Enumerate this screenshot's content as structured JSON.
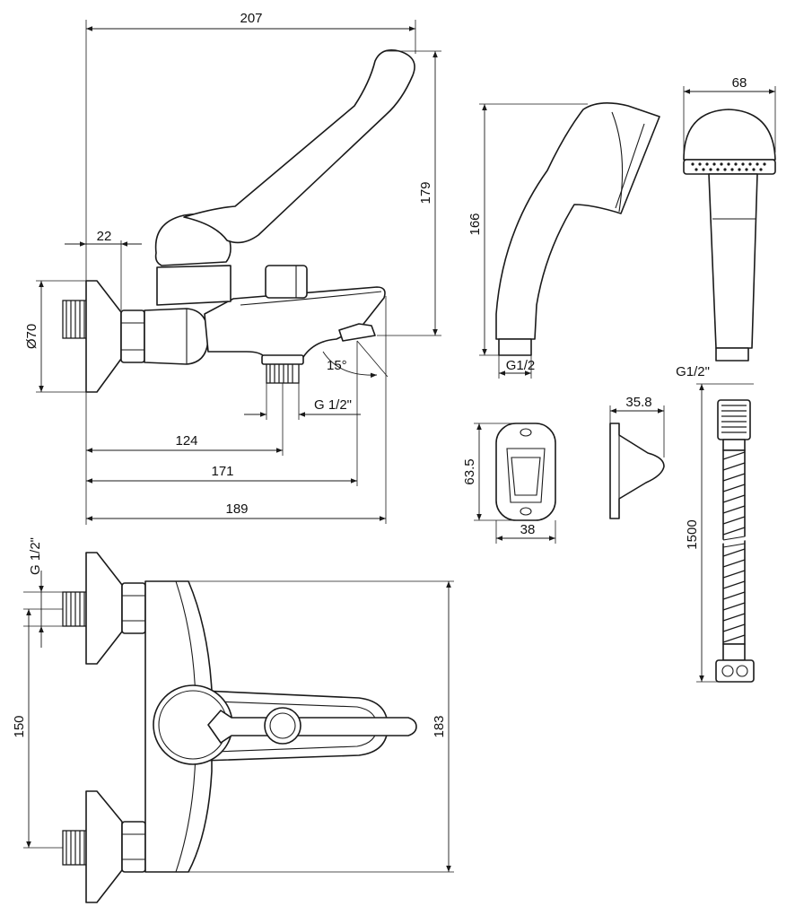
{
  "dimensions": {
    "overall_height": "207",
    "lever_height": "179",
    "wall_offset": "22",
    "flange_diameter": "Ø70",
    "rotation_angle": "15°",
    "outlet_thread": "G 1/2\"",
    "outlet_distance": "124",
    "spout_outlet": "171",
    "spout_length": "189",
    "handshower_length": "166",
    "handshower_thread": "G1/2",
    "handshower_head": "68",
    "hose_thread": "G1/2\"",
    "hose_length": "1500",
    "holder_height": "63.5",
    "holder_width": "38",
    "holder_depth": "35.8",
    "inlet_thread": "G 1/2\"",
    "inlet_spacing": "150",
    "body_width": "183"
  }
}
